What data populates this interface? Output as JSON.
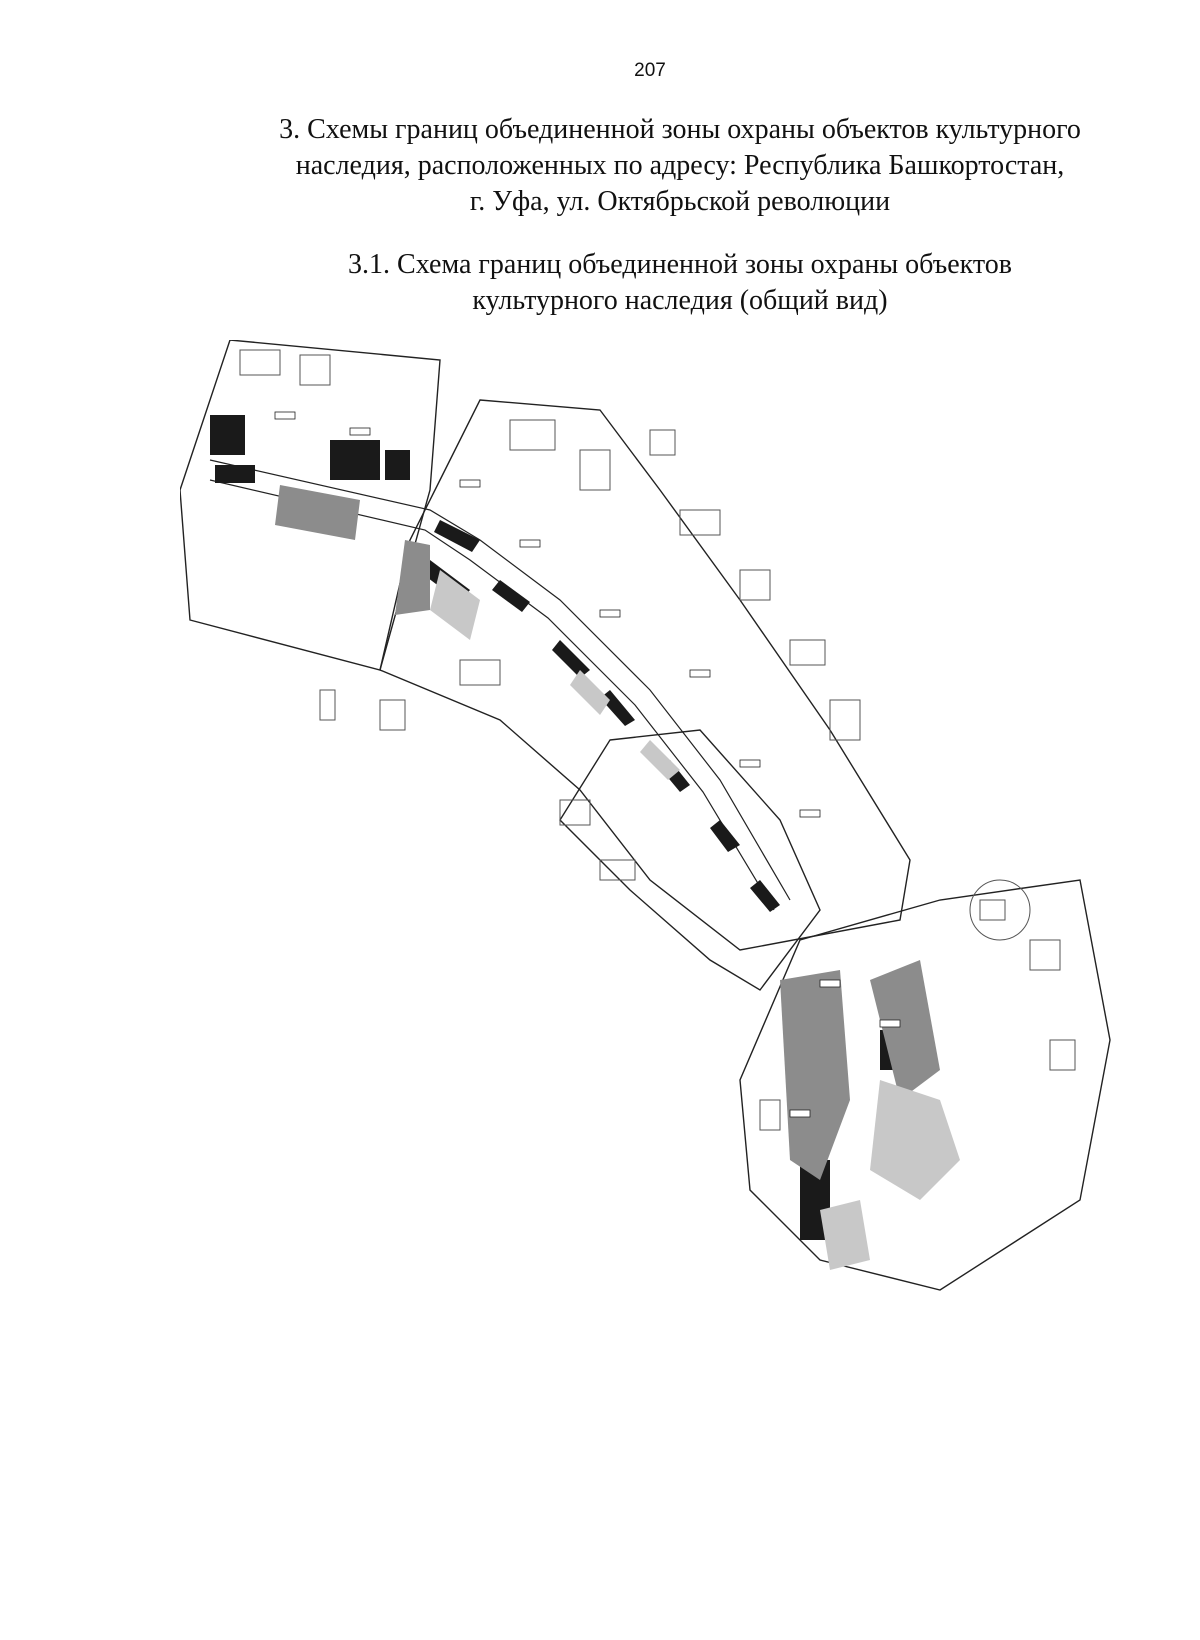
{
  "page": {
    "number": "207"
  },
  "section": {
    "title_lines": [
      "3. Схемы границ объединенной зоны охраны объектов культурного",
      "наследия, расположенных по адресу: Республика Башкортостан,",
      "г. Уфа, ул. Октябрьской революции"
    ]
  },
  "subsection": {
    "title_lines": [
      "3.1. Схема границ объединенной зоны охраны объектов",
      "культурного наследия (общий вид)"
    ]
  },
  "map": {
    "colors": {
      "zone_dark": "#1a1a1a",
      "zone_mid": "#8c8c8c",
      "zone_light": "#c8c8c8",
      "line": "#222222",
      "faint": "#9a9a9a"
    }
  }
}
